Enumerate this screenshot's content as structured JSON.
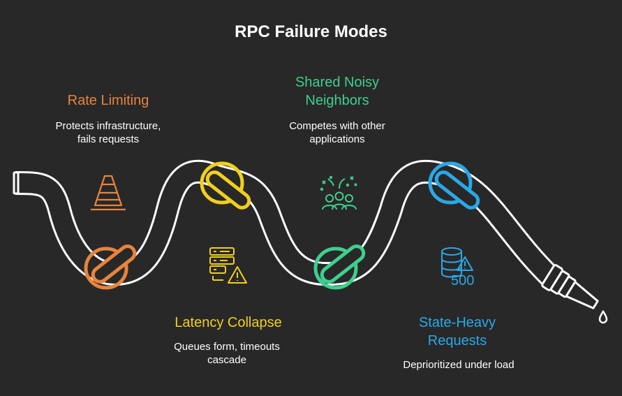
{
  "title": "RPC Failure Modes",
  "colors": {
    "background": "#282828",
    "orange": "#e8843c",
    "yellow": "#f2cf1d",
    "green": "#3ecf8e",
    "blue": "#2aa8e8",
    "hose": "#ffffff"
  },
  "modes": [
    {
      "title": "Rate Limiting",
      "description": "Protects infrastructure,\nfails requests",
      "icon": "traffic-cone-icon",
      "color": "#e8843c"
    },
    {
      "title": "Latency Collapse",
      "description": "Queues form, timeouts\ncascade",
      "icon": "server-warning-icon",
      "color": "#f2cf1d"
    },
    {
      "title": "Shared Noisy\nNeighbors",
      "description": "Competes with other\napplications",
      "icon": "crowd-noise-icon",
      "color": "#3ecf8e"
    },
    {
      "title": "State-Heavy\nRequests",
      "description": "Deprioritized under load",
      "icon": "database-error-icon",
      "color": "#2aa8e8",
      "icon_text": "500"
    }
  ]
}
